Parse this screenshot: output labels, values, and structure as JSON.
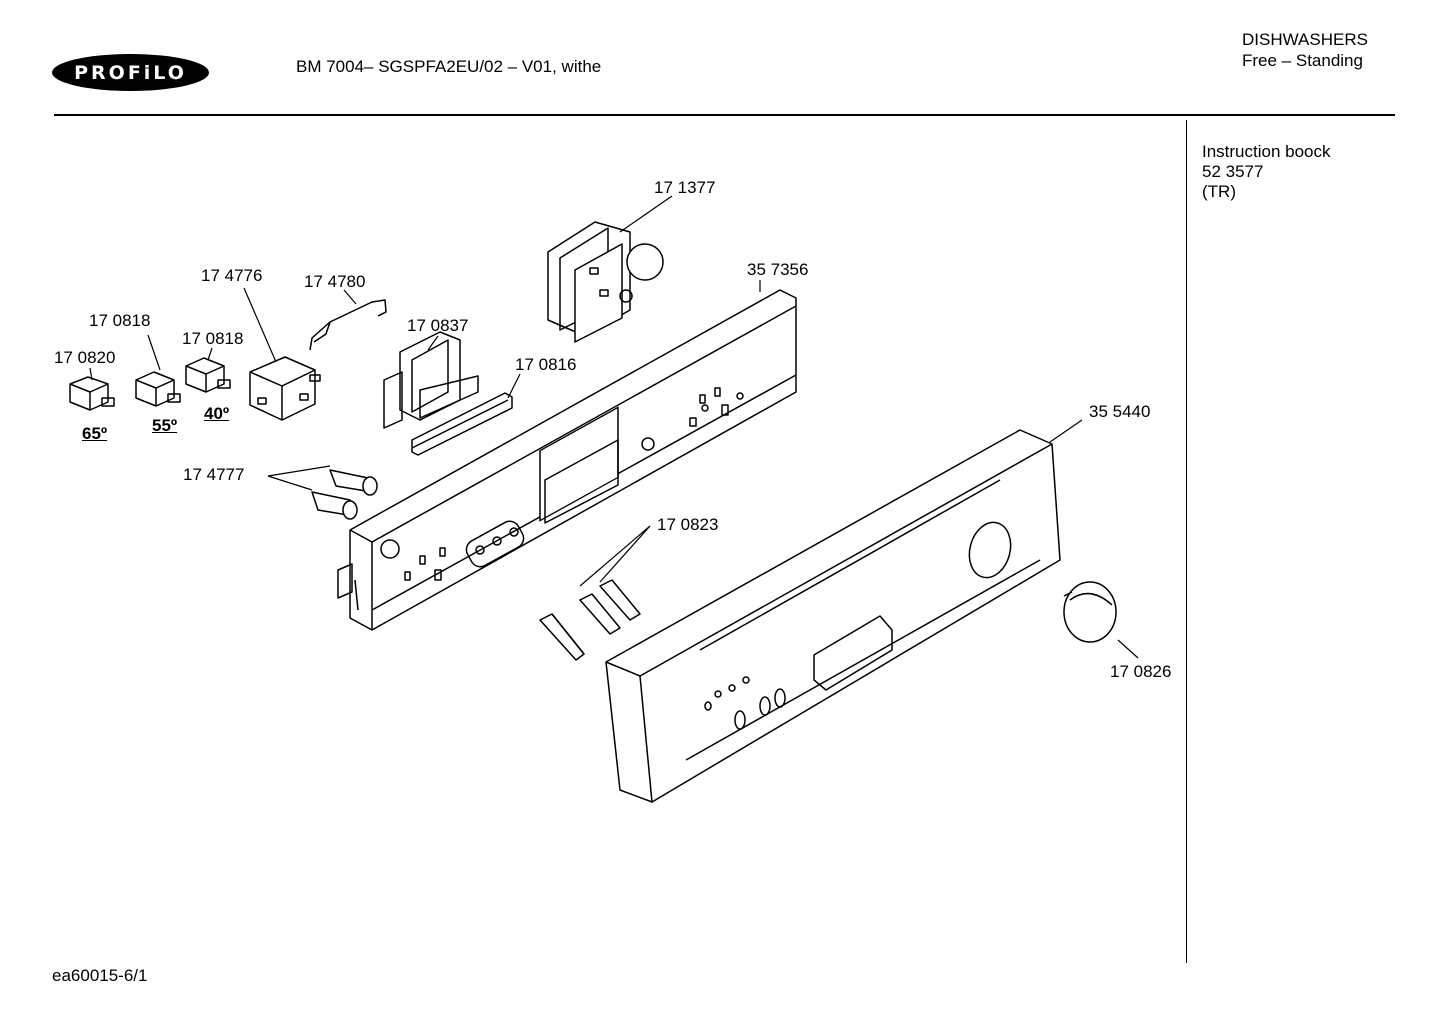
{
  "header": {
    "brand": "PROFiLO",
    "model_title": "BM 7004– SGSPFA2EU/02 – V01, withe",
    "category_line1": "DISHWASHERS",
    "category_line2": "Free – Standing"
  },
  "sidebar": {
    "doc_line1": "Instruction boock",
    "doc_line2": "52 3577",
    "doc_line3": "(TR)"
  },
  "footer": {
    "drawing_id": "ea60015-6/1"
  },
  "parts": {
    "p171377": "17 1377",
    "p357356": "35 7356",
    "p174776": "17 4776",
    "p174780": "17 4780",
    "p170818a": "17 0818",
    "p170818b": "17 0818",
    "p170837": "17 0837",
    "p170820": "17 0820",
    "p170816": "17 0816",
    "p355440": "35 5440",
    "p174777": "17 4777",
    "p170823": "17 0823",
    "p170826": "17 0826"
  },
  "temperatures": {
    "t65": "65º",
    "t55": "55º",
    "t40": "40º"
  }
}
